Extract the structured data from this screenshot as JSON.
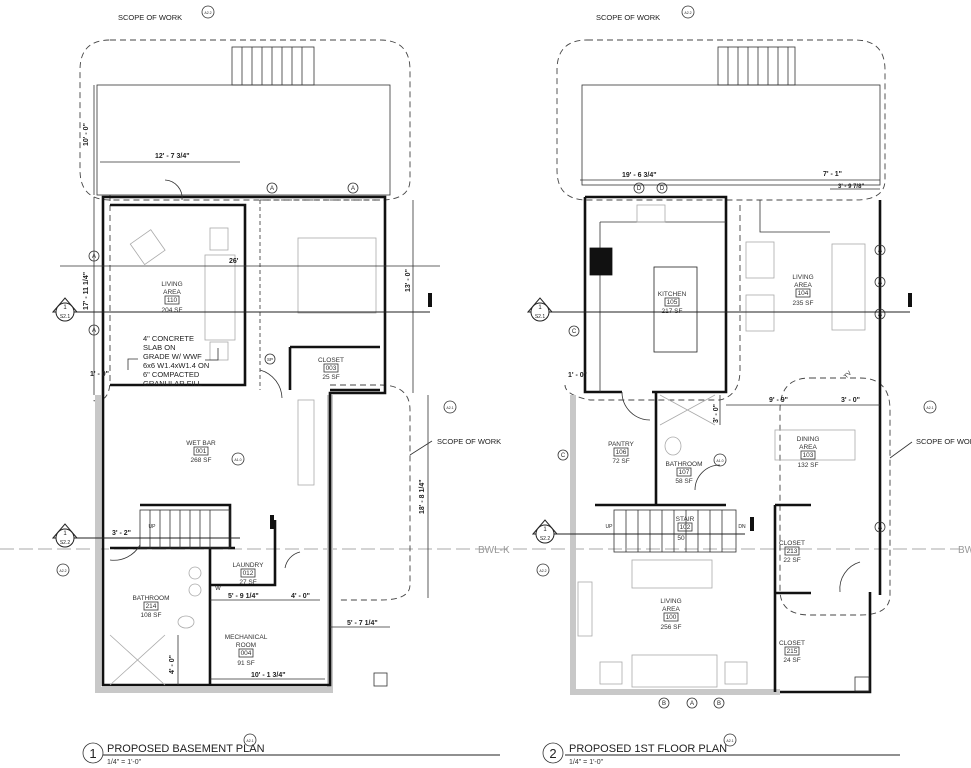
{
  "plans": [
    {
      "title_number": "1",
      "title": "PROPOSED BASEMENT PLAN",
      "scale": "1/4\" = 1'-0\"",
      "scope_label_top": "SCOPE OF WORK",
      "scope_label_side": "SCOPE OF WORK",
      "rooms": [
        {
          "name1": "LIVING",
          "name2": "AREA",
          "number": "110",
          "area": "204 SF"
        },
        {
          "name1": "CLOSET",
          "name2": "",
          "number": "003",
          "area": "25 SF"
        },
        {
          "name1": "WET BAR",
          "name2": "",
          "number": "001",
          "area": "268 SF"
        },
        {
          "name1": "LAUNDRY",
          "name2": "",
          "number": "012",
          "area": "27 SF"
        },
        {
          "name1": "BATHROOM",
          "name2": "",
          "number": "214",
          "area": "108 SF"
        },
        {
          "name1": "MECHANICAL",
          "name2": "ROOM",
          "number": "004",
          "area": "91 SF"
        }
      ],
      "dims": [
        "10' - 0\"",
        "12' - 7 3/4\"",
        "26'",
        "17' - 11 1/4\"",
        "13' - 0\"",
        "1' - 0\"",
        "18' - 8 1/4\"",
        "3' - 2\"",
        "5' - 9 1/4\"",
        "4' - 0\"",
        "5' - 7 1/4\"",
        "10' - 1 3/4\"",
        "4' - 0\""
      ],
      "note": [
        "4\" CONCRETE",
        "SLAB ON",
        "GRADE W/ WWF",
        "6x6 W1.4xW1.4 ON",
        "6\" COMPACTED",
        "GRANULAR FILL"
      ],
      "tags": [
        "A",
        "A",
        "A",
        "A",
        "SP",
        "W",
        "UP"
      ],
      "section_markers": [
        {
          "num": "1",
          "sheet": "S2.1"
        },
        {
          "num": "1",
          "sheet": "S2.2"
        }
      ],
      "elev_markers": [
        "A2.2",
        "A2.1",
        "A2.2",
        "A2.1",
        "A1.0"
      ]
    },
    {
      "title_number": "2",
      "title": "PROPOSED 1ST FLOOR PLAN",
      "scale": "1/4\" = 1'-0\"",
      "scope_label_top": "SCOPE OF WORK",
      "scope_label_side": "SCOPE OF WORK",
      "rooms": [
        {
          "name1": "KITCHEN",
          "name2": "",
          "number": "105",
          "area": "217 SF"
        },
        {
          "name1": "LIVING",
          "name2": "AREA",
          "number": "104",
          "area": "235 SF"
        },
        {
          "name1": "PANTRY",
          "name2": "",
          "number": "106",
          "area": "72 SF"
        },
        {
          "name1": "BATHROOM",
          "name2": "",
          "number": "107",
          "area": "58 SF"
        },
        {
          "name1": "DINING",
          "name2": "AREA",
          "number": "103",
          "area": "132 SF"
        },
        {
          "name1": "STAIR",
          "name2": "",
          "number": "102",
          "area": "50"
        },
        {
          "name1": "CLOSET",
          "name2": "",
          "number": "213",
          "area": "22 SF"
        },
        {
          "name1": "LIVING",
          "name2": "AREA",
          "number": "100",
          "area": "256 SF"
        },
        {
          "name1": "CLOSET",
          "name2": "",
          "number": "215",
          "area": "24 SF"
        }
      ],
      "dims": [
        "19' - 6 3/4\"",
        "7' - 1\"",
        "3' - 9 7/8\"",
        "1' - 0\"",
        "9' - 9\"",
        "3' - 0\"",
        "3' - 0\""
      ],
      "tags": [
        "D",
        "D",
        "A",
        "A",
        "A",
        "A",
        "C",
        "C",
        "B",
        "A",
        "B",
        "TV",
        "UP",
        "DN"
      ],
      "section_markers": [
        {
          "num": "1",
          "sheet": "S2.1"
        },
        {
          "num": "1",
          "sheet": "S2.2"
        }
      ],
      "elev_markers": [
        "A2.2",
        "A2.1",
        "A2.2",
        "A2.1",
        "A1.0"
      ]
    }
  ],
  "gridline_label": "BWL-K",
  "gridline_label_cut": "BW"
}
